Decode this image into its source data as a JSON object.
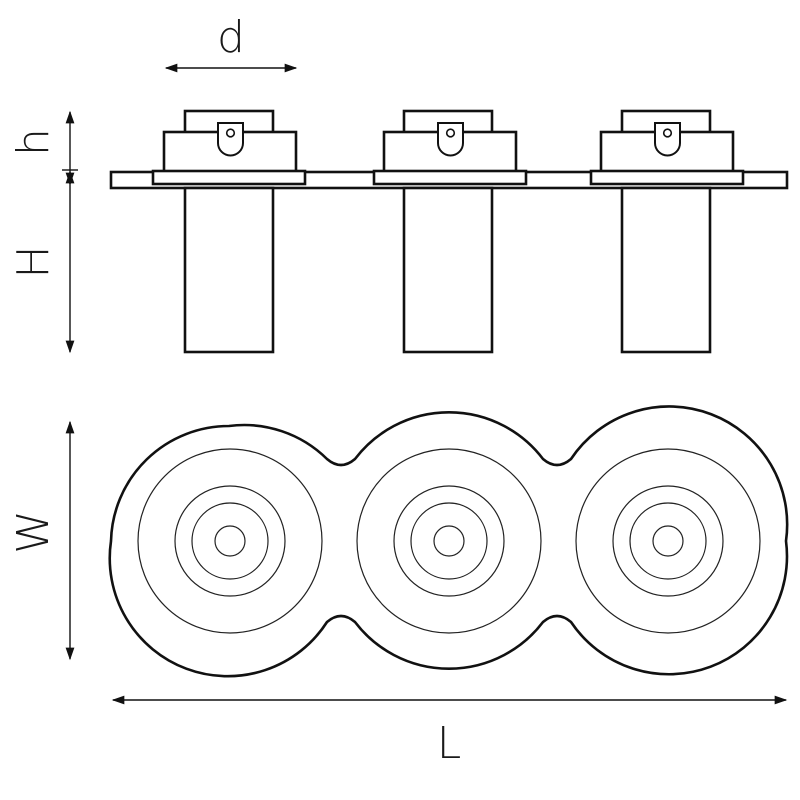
{
  "labels": {
    "d": "d",
    "h": "h",
    "H": "H",
    "W": "W",
    "L": "L"
  },
  "lamp_count": 3,
  "colors": {
    "line": "#111111",
    "background": "#ffffff"
  }
}
